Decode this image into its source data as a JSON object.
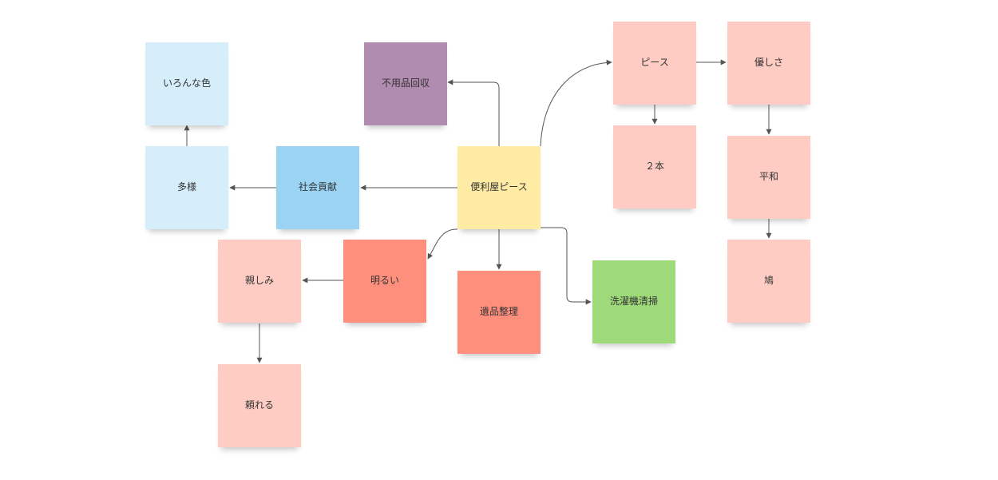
{
  "colors": {
    "center": "#FFEBA3",
    "pink": "#FFCCC4",
    "coral": "#FF8F7D",
    "purple": "#B08CB0",
    "lightblue": "#D6EDFA",
    "blue": "#9BD3F3",
    "green": "#9ED97A",
    "connector": "#555555"
  },
  "notes": {
    "center": {
      "label": "便利屋ピース",
      "color": "center"
    },
    "fuyouhin": {
      "label": "不用品回収",
      "color": "purple"
    },
    "peace": {
      "label": "ピース",
      "color": "pink"
    },
    "yasashisa": {
      "label": "優しさ",
      "color": "pink"
    },
    "nihon": {
      "label": "２本",
      "color": "pink"
    },
    "heiwa": {
      "label": "平和",
      "color": "pink"
    },
    "hato": {
      "label": "鳩",
      "color": "pink"
    },
    "shakai": {
      "label": "社会貢献",
      "color": "blue"
    },
    "tayou": {
      "label": "多様",
      "color": "lightblue"
    },
    "ironna": {
      "label": "いろんな色",
      "color": "lightblue"
    },
    "akarui": {
      "label": "明るい",
      "color": "coral"
    },
    "shitashimi": {
      "label": "親しみ",
      "color": "pink"
    },
    "tayoreru": {
      "label": "頼れる",
      "color": "pink"
    },
    "ihin": {
      "label": "遺品整理",
      "color": "coral"
    },
    "sentaku": {
      "label": "洗濯機清掃",
      "color": "green"
    }
  }
}
